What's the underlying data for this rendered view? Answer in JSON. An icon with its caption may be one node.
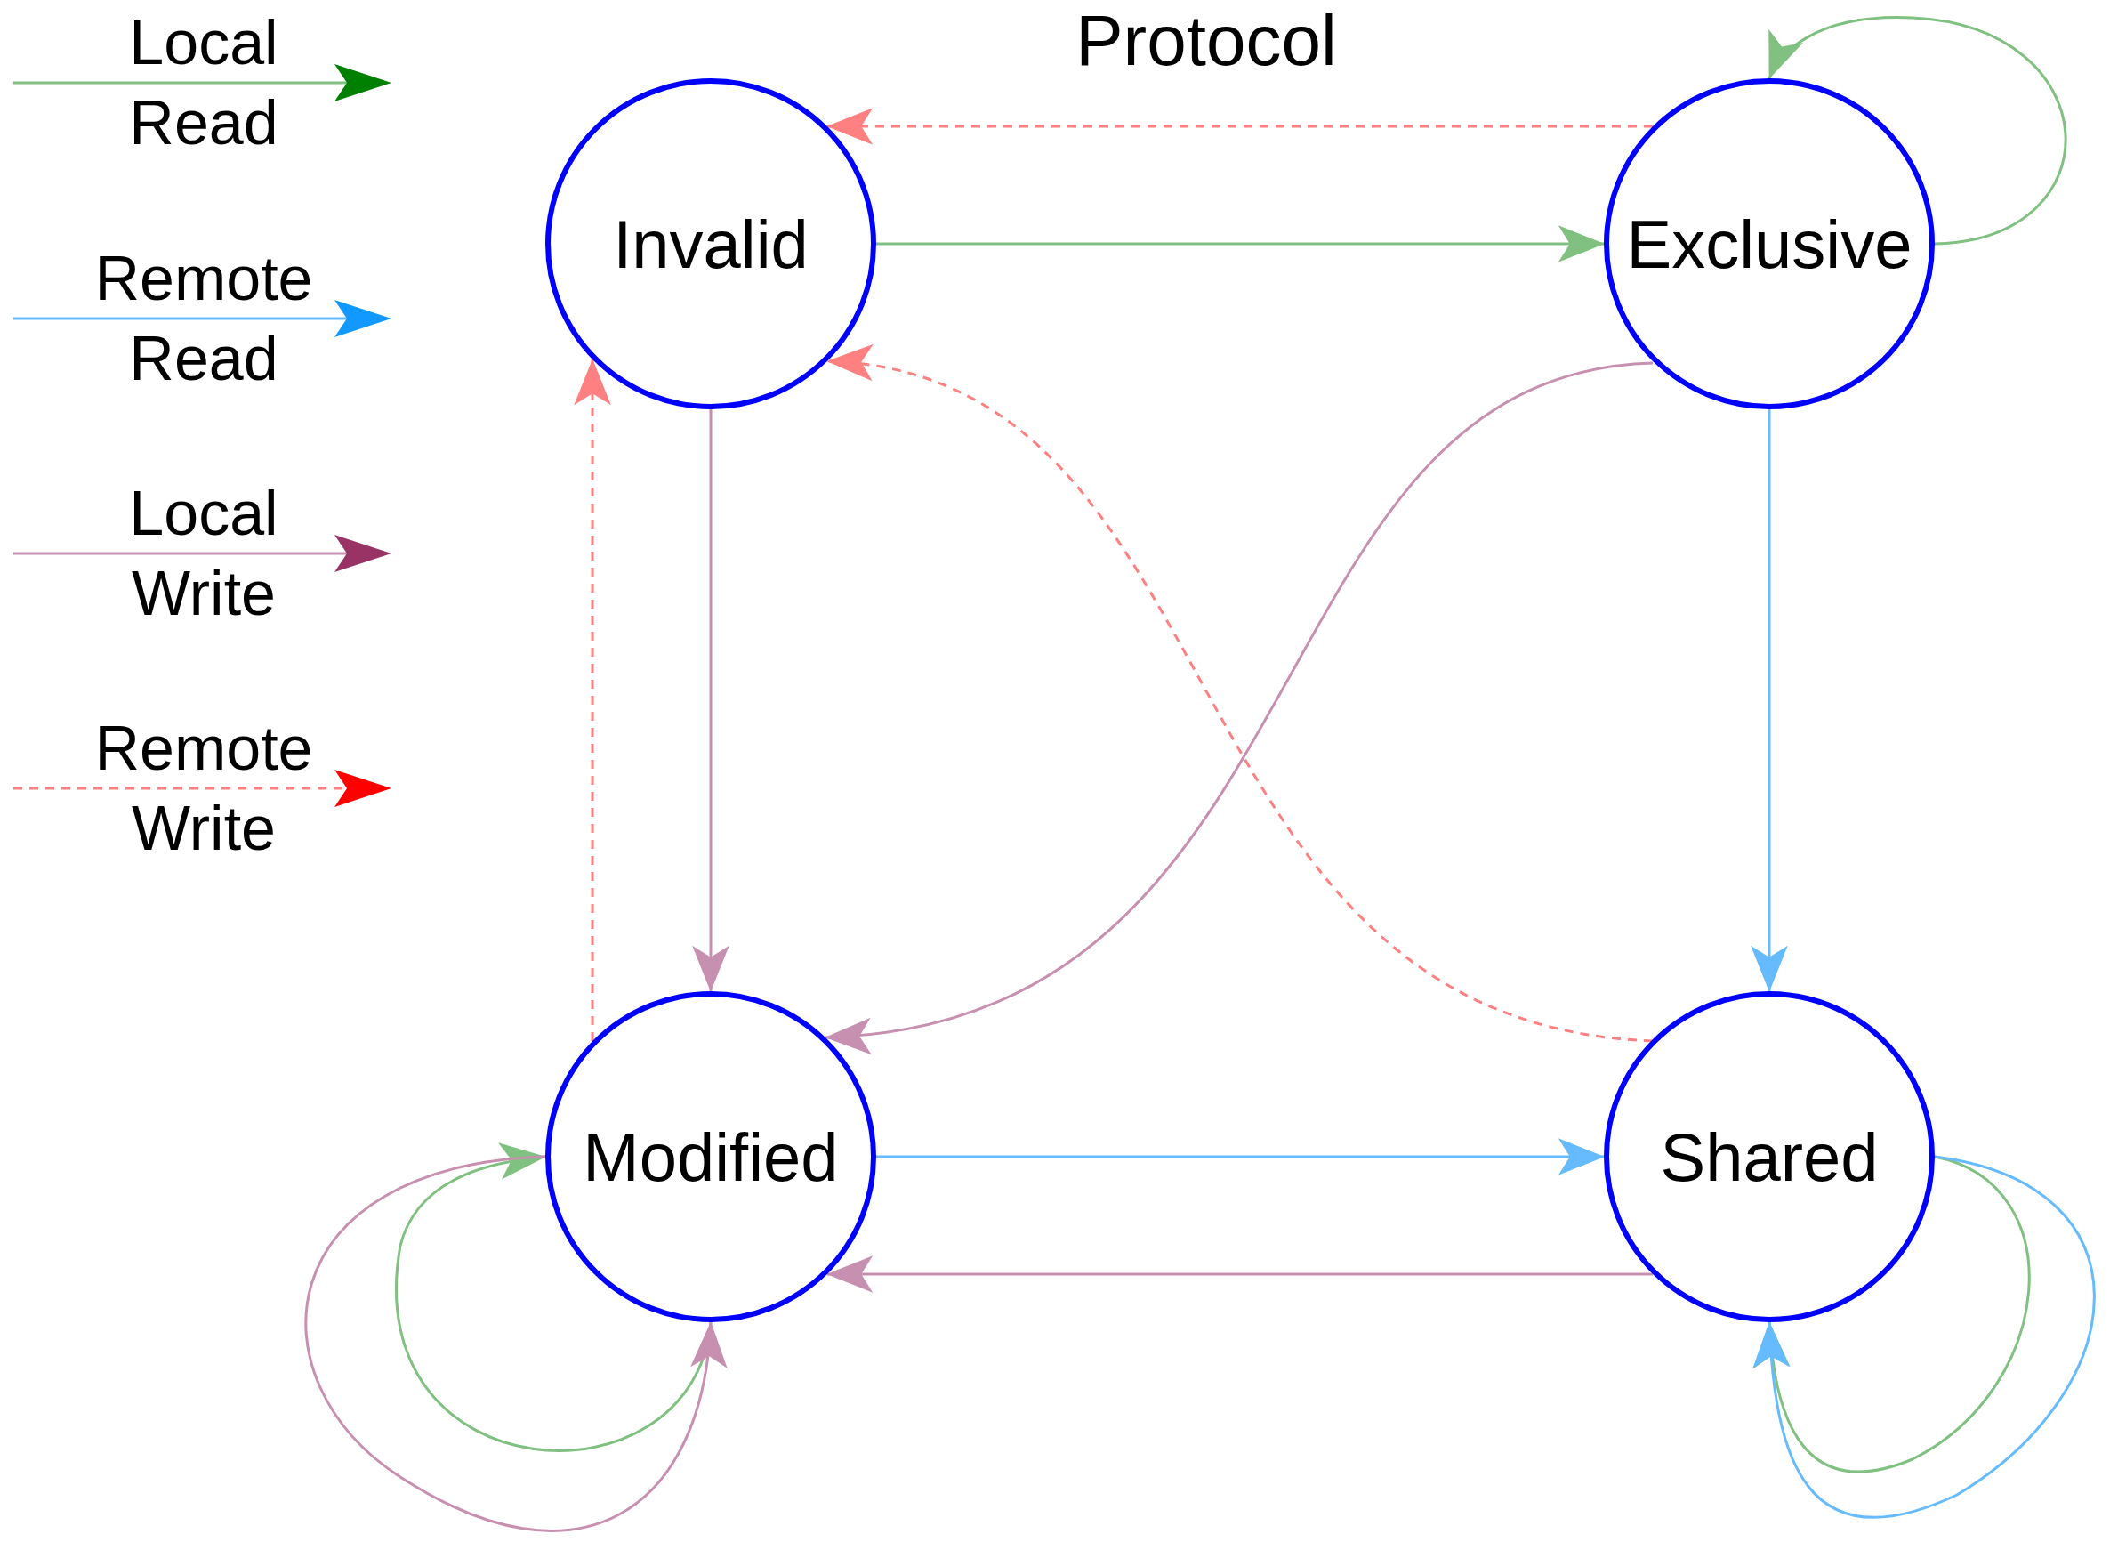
{
  "diagram": {
    "title": "Protocol",
    "nodes": [
      {
        "text": [
          "Invalid"
        ]
      },
      {
        "text": [
          "Exclusive"
        ]
      },
      {
        "text": [
          "Modified"
        ]
      },
      {
        "text": [
          "Shared"
        ]
      }
    ],
    "edges": [
      {
        "from": 0,
        "to": 1,
        "arrow": "to",
        "color": "#80c080"
      },
      {
        "from": 1,
        "to": 1,
        "arrow": "to",
        "color": "#80c080"
      },
      {
        "from": 1,
        "to": 0,
        "arrow": "to",
        "style": "dashed",
        "color": "#ff8080"
      },
      {
        "from": 1,
        "to": 2,
        "arrow": "to",
        "color": "#c890b0"
      },
      {
        "from": 1,
        "to": 3,
        "arrow": "to",
        "color": "#66bbff"
      },
      {
        "from": 0,
        "to": 2,
        "arrow": "to",
        "color": "#c890b0"
      },
      {
        "from": 2,
        "to": 0,
        "arrow": "to",
        "style": "dashed",
        "color": "#ff8080"
      },
      {
        "from": 3,
        "to": 0,
        "arrow": "to",
        "style": "dashed",
        "color": "#ff8080"
      },
      {
        "from": 2,
        "to": 3,
        "arrow": "to",
        "color": "#66bbff"
      },
      {
        "from": 3,
        "to": 2,
        "arrow": "to",
        "color": "#c890b0"
      },
      {
        "from": 2,
        "to": 2,
        "arrow": "to",
        "color": "#80c080"
      },
      {
        "from": 2,
        "to": 2,
        "arrow": "to",
        "color": "#c890b0"
      },
      {
        "from": 3,
        "to": 3,
        "arrow": "to",
        "color": "#80c080"
      },
      {
        "from": 3,
        "to": 3,
        "arrow": "to",
        "color": "#66bbff"
      }
    ],
    "legend": [
      {
        "text": "Local Read"
      },
      {
        "text": "Remote Read"
      },
      {
        "text": "Local Write"
      },
      {
        "text": "Remote Write"
      }
    ]
  }
}
